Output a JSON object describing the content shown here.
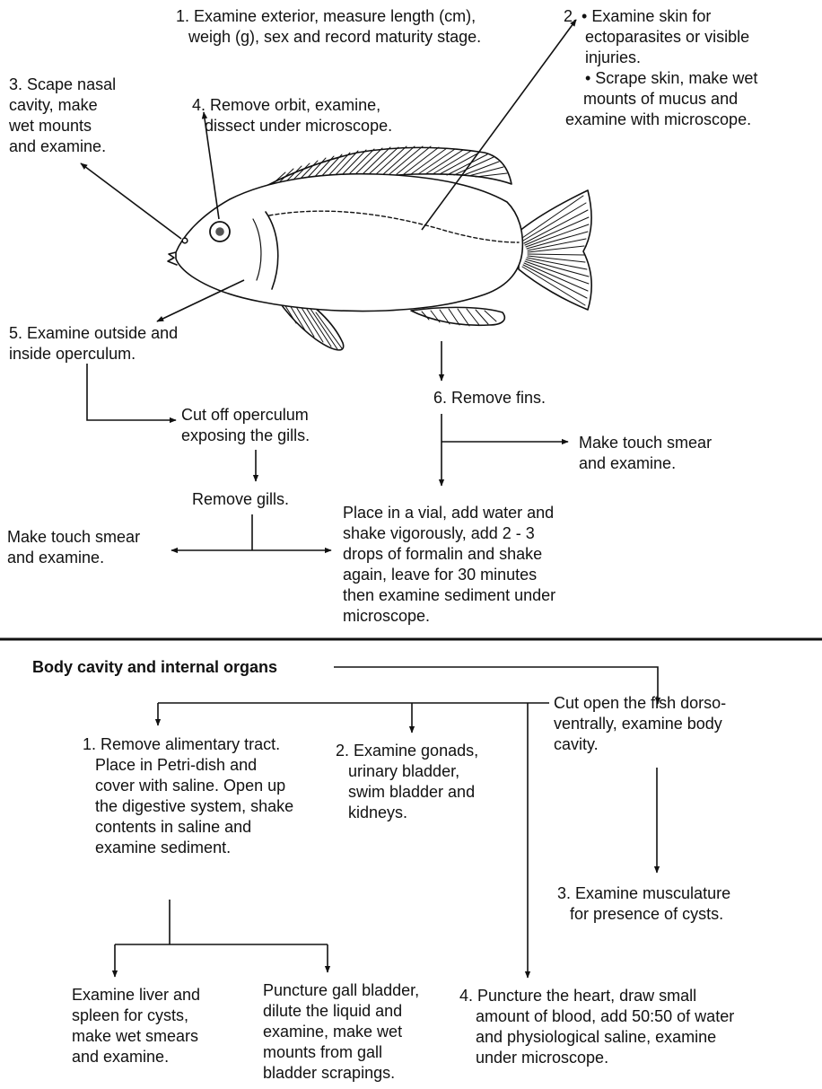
{
  "colors": {
    "ink": "#111111",
    "fish_fill": "#ffffff",
    "eye_pupil": "#555555"
  },
  "top": {
    "step1": {
      "lines": [
        "1. Examine exterior, measure length (cm),",
        "weigh (g), sex and record maturity stage."
      ]
    },
    "step2": {
      "lines": [
        "2. •   Examine skin for",
        "ectoparasites or visible",
        "injuries.",
        "•  Scrape skin, make wet",
        "mounts of mucus and",
        "examine with microscope."
      ]
    },
    "step3": {
      "lines": [
        "3. Scape nasal",
        "cavity, make",
        "wet mounts",
        "and examine."
      ]
    },
    "step4": {
      "lines": [
        "4. Remove orbit, examine,",
        "dissect under microscope."
      ]
    },
    "step5": {
      "lines": [
        "5. Examine outside and",
        "inside operculum."
      ]
    },
    "cut_operculum": {
      "lines": [
        "Cut off operculum",
        "exposing the gills."
      ]
    },
    "remove_gills": {
      "lines": [
        "Remove gills."
      ]
    },
    "touch_smear_left": {
      "lines": [
        "Make touch smear",
        "and examine."
      ]
    },
    "step6": {
      "lines": [
        "6. Remove fins."
      ]
    },
    "touch_smear_right": {
      "lines": [
        "Make touch smear",
        "and examine."
      ]
    },
    "vial": {
      "lines": [
        "Place in a vial, add water and",
        "shake vigorously, add 2 - 3",
        "drops of formalin and shake",
        "again, leave for  30 minutes",
        "then examine sediment under",
        "microscope."
      ]
    }
  },
  "bottom": {
    "heading": "Body cavity and internal organs",
    "cut_open": {
      "lines": [
        "Cut open the fish dorso-",
        "ventrally, examine body",
        "cavity."
      ]
    },
    "alimentary": {
      "lines": [
        "1. Remove alimentary tract.",
        "Place in Petri-dish and",
        "cover with saline. Open up",
        "the digestive system, shake",
        "contents in saline and",
        "examine sediment."
      ]
    },
    "gonads": {
      "lines": [
        "2. Examine gonads,",
        "urinary bladder,",
        "swim bladder and",
        "kidneys."
      ]
    },
    "musculature": {
      "lines": [
        "3. Examine musculature",
        "for presence of cysts."
      ]
    },
    "liver": {
      "lines": [
        "Examine liver and",
        "spleen for cysts,",
        "make wet smears",
        "and examine."
      ]
    },
    "gall": {
      "lines": [
        "Puncture gall bladder,",
        "dilute the liquid and",
        "examine, make wet",
        "mounts from gall",
        "bladder scrapings."
      ]
    },
    "heart": {
      "lines": [
        "4. Puncture the heart, draw small",
        "amount of blood, add 50:50 of water",
        "and physiological saline, examine",
        "under microscope."
      ]
    }
  }
}
